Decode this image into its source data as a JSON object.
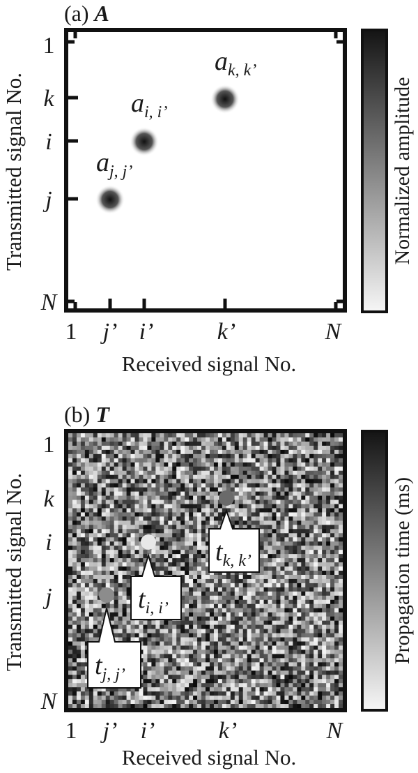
{
  "panel_a": {
    "label": "(a)",
    "symbol": "A",
    "ylabel": "Transmitted signal No.",
    "xlabel": "Received signal No.",
    "colorbar_label": "Normalized amplitude",
    "y_ticks": [
      "1",
      "k",
      "i",
      "j",
      "N"
    ],
    "x_ticks": [
      "1",
      "j’",
      "i’",
      "k’",
      "N"
    ],
    "peaks": [
      {
        "main": "a",
        "sub": "k, k’"
      },
      {
        "main": "a",
        "sub": "i, i’"
      },
      {
        "main": "a",
        "sub": "j, j’"
      }
    ]
  },
  "panel_b": {
    "label": "(b)",
    "symbol": "T",
    "ylabel": "Transmitted signal No.",
    "xlabel": "Received signal No.",
    "colorbar_label": "Propagation time (ms)",
    "y_ticks": [
      "1",
      "k",
      "i",
      "j",
      "N"
    ],
    "x_ticks": [
      "1",
      "j’",
      "i’",
      "k’",
      "N"
    ],
    "callouts": [
      {
        "main": "t",
        "sub": "k, k’"
      },
      {
        "main": "t",
        "sub": "i, i’"
      },
      {
        "main": "t",
        "sub": "j, j’"
      }
    ]
  }
}
